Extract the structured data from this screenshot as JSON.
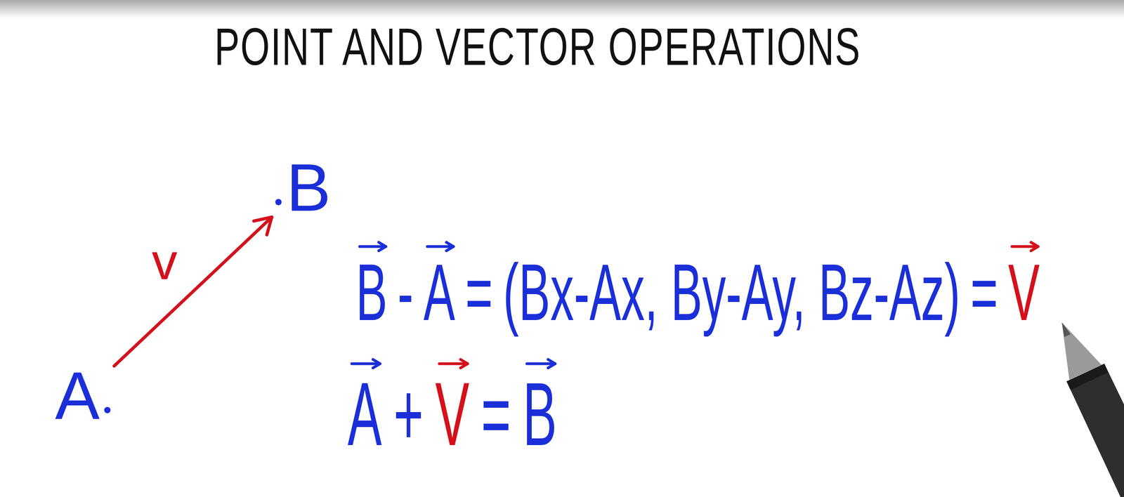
{
  "diagram": {
    "title": "POINT AND VECTOR OPERATIONS",
    "nodes": [
      {
        "text": [
          "A"
        ]
      },
      {
        "text": [
          "B"
        ]
      }
    ],
    "edges": [
      {
        "from": 0,
        "to": 1,
        "arrow": "to",
        "label": "v"
      }
    ],
    "labels": [
      "B",
      "-",
      "A",
      "=",
      "(Bx-Ax, By-Ay, Bz-Az)",
      "=",
      "V",
      "A",
      "+",
      "V",
      "=",
      "B"
    ]
  }
}
